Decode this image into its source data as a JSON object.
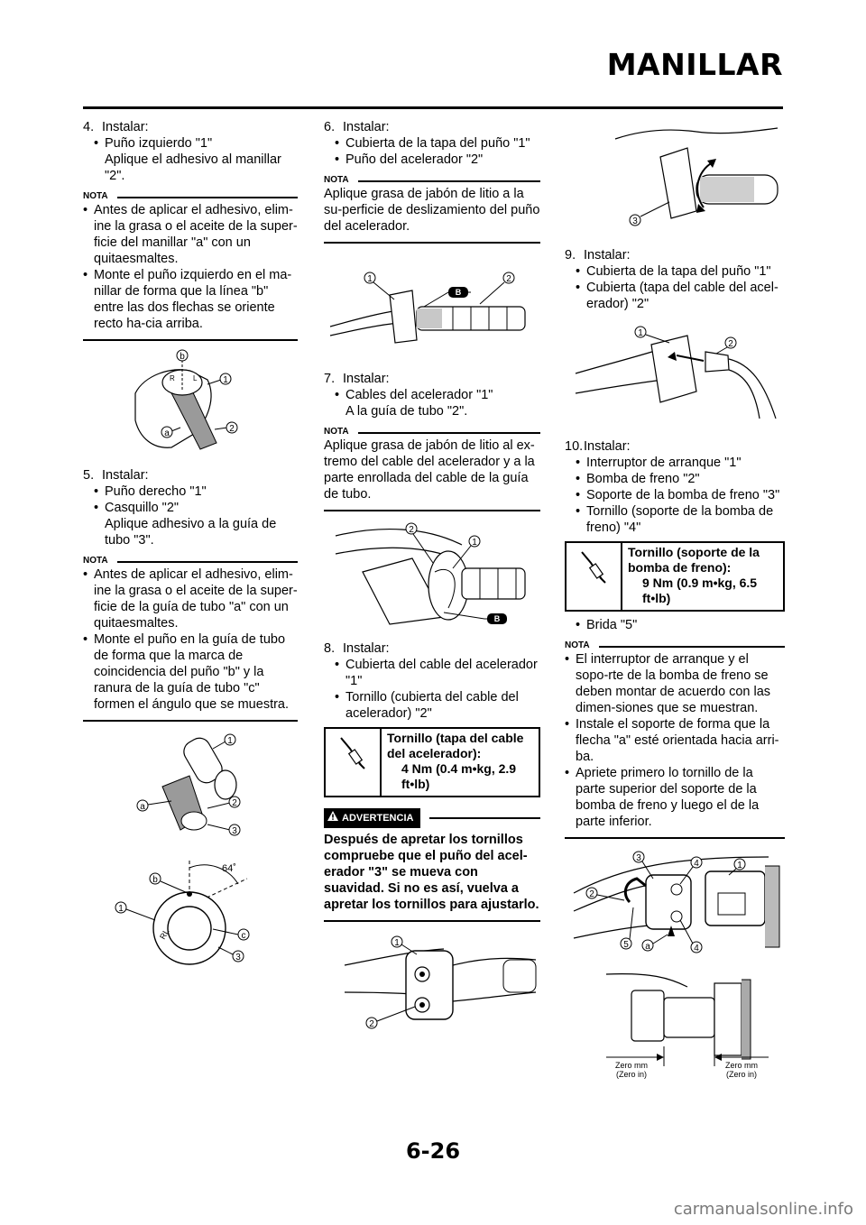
{
  "header": {
    "title": "MANILLAR"
  },
  "col1": {
    "step4": {
      "num": "4.",
      "title": "Instalar:",
      "b1": "Puño izquierdo \"1\"",
      "b1_sub": "Aplique el adhesivo al manillar \"2\"."
    },
    "nota1": {
      "label": "NOTA",
      "items": [
        "Antes de aplicar el adhesivo, elim-ine la grasa o el aceite de la super-ficie del manillar \"a\" con un quitaesmaltes.",
        "Monte el puño izquierdo en el ma-nillar de forma que la línea \"b\" entre las dos flechas se oriente recto ha-cia arriba."
      ]
    },
    "step5": {
      "num": "5.",
      "title": "Instalar:",
      "b1": "Puño derecho \"1\"",
      "b2": "Casquillo \"2\"",
      "b2_sub": "Aplique adhesivo a la guía de tubo \"3\"."
    },
    "nota2": {
      "label": "NOTA",
      "items": [
        "Antes de aplicar el adhesivo, elim-ine la grasa o el aceite de la super-ficie de la guía de tubo \"a\" con un quitaesmaltes.",
        "Monte el puño en la guía de tubo de forma que la marca de coincidencia del puño \"b\" y la ranura de la guía de tubo \"c\" formen el ángulo que se muestra."
      ]
    },
    "fig1_labels": {
      "b": "b",
      "one": "1",
      "a": "a",
      "two": "2",
      "R": "R",
      "L": "L"
    },
    "fig2_labels": {
      "one": "1",
      "a": "a",
      "two": "2",
      "three": "3"
    },
    "fig3_labels": {
      "angle": "64˚",
      "b": "b",
      "one": "1",
      "c": "c",
      "three": "3",
      "RL": "RL"
    }
  },
  "col2": {
    "step6": {
      "num": "6.",
      "title": "Instalar:",
      "b1": "Cubierta de la tapa del puño \"1\"",
      "b2": "Puño del acelerador \"2\""
    },
    "nota1": {
      "label": "NOTA",
      "text": "Aplique grasa de jabón de litio a la su-perficie de deslizamiento del puño del acelerador."
    },
    "step7": {
      "num": "7.",
      "title": "Instalar:",
      "b1": "Cables del acelerador \"1\"",
      "b1_sub": "A la guía de tubo \"2\"."
    },
    "nota2": {
      "label": "NOTA",
      "text": "Aplique grasa de jabón de litio al ex-tremo del cable del acelerador y a la parte enrollada del cable de la guía de tubo."
    },
    "step8": {
      "num": "8.",
      "title": "Instalar:",
      "b1": "Cubierta del cable del acelerador \"1\"",
      "b2": "Tornillo (cubierta del cable del acelerador) \"2\""
    },
    "torque": {
      "name": "Tornillo (tapa del cable del acelerador):",
      "value": "4 Nm (0.4 m•kg, 2.9 ft•lb)"
    },
    "warning": {
      "label": "ADVERTENCIA",
      "text": "Después de apretar los tornillos compruebe que el puño del acel-erador \"3\" se mueva con suavidad. Si no es así, vuelva a apretar los tornillos para ajustarlo."
    },
    "fig_labels": {
      "one": "1",
      "two": "2",
      "B": "B"
    }
  },
  "col3": {
    "step9": {
      "num": "9.",
      "title": "Instalar:",
      "b1": "Cubierta de la tapa del puño \"1\"",
      "b2": "Cubierta (tapa del cable del acel-erador) \"2\""
    },
    "step10": {
      "num": "10.",
      "title": "Instalar:",
      "b1": "Interruptor de arranque \"1\"",
      "b2": "Bomba de freno \"2\"",
      "b3": "Soporte de la bomba de freno \"3\"",
      "b4": "Tornillo (soporte de la bomba de freno) \"4\""
    },
    "torque": {
      "name": "Tornillo (soporte de la bomba de freno):",
      "value": "9 Nm (0.9 m•kg, 6.5 ft•lb)"
    },
    "b5": "Brida \"5\"",
    "nota": {
      "label": "NOTA",
      "items": [
        "El interruptor de arranque y el sopo-rte de la bomba de freno se deben montar de acuerdo con las dimen-siones que se muestran.",
        "Instale el soporte de forma que la flecha \"a\" esté orientada hacia arri-ba.",
        "Apriete primero lo tornillo de la parte superior del soporte de la bomba de freno y luego el de la parte inferior."
      ]
    },
    "fig_labels": {
      "one": "1",
      "two": "2",
      "three": "3",
      "four": "4",
      "five": "5",
      "a": "a",
      "zero1a": "Zero mm",
      "zero1b": "(Zero in)",
      "zero2a": "Zero mm",
      "zero2b": "(Zero in)"
    }
  },
  "footer": {
    "page": "6-26",
    "watermark": "carmanualsonline.info"
  }
}
